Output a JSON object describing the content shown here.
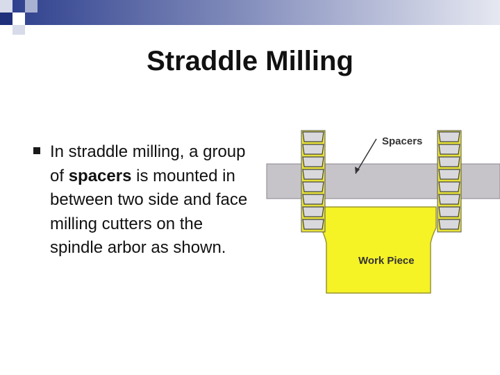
{
  "slide": {
    "title": "Straddle Milling",
    "bullet": {
      "pre": "In straddle milling, a group of ",
      "bold": "spacers",
      "post": " is mounted in between two side and face milling cutters on the spindle arbor as shown."
    },
    "figure": {
      "spacers_label": "Spacers",
      "workpiece_label": "Work Piece"
    }
  },
  "colors": {
    "band_dark": "#2b3d8c",
    "arbor_gray": "#c6c3c9",
    "workpiece_yellow": "#f5f226",
    "spacer_yellow": "#e7e23a"
  }
}
